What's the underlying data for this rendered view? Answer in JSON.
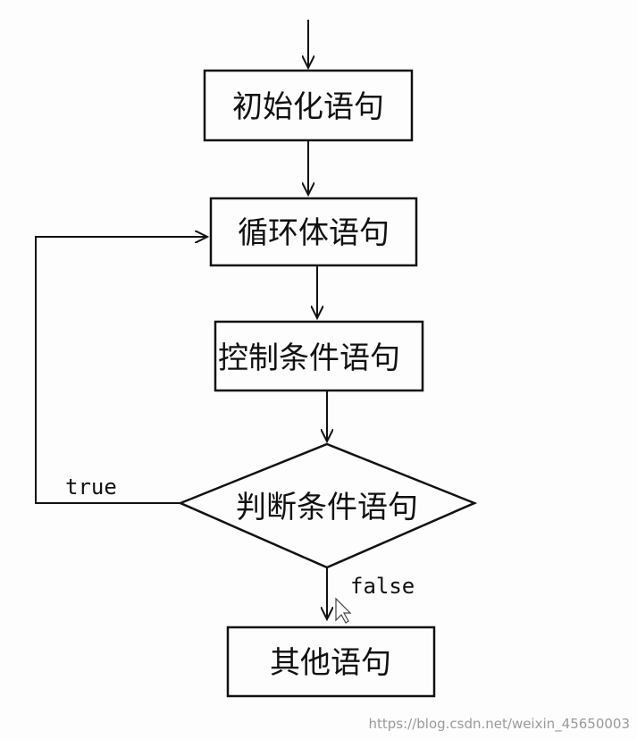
{
  "nodes": {
    "init": "初始化语句",
    "loop_body": "循环体语句",
    "control": "控制条件语句",
    "condition": "判断条件语句",
    "other": "其他语句"
  },
  "edges": {
    "true_label": "true",
    "false_label": "false"
  },
  "watermark": "https://blog.csdn.net/weixin_45650003",
  "colors": {
    "stroke": "#111111",
    "background": "#fdfdfd",
    "watermark": "#9a9a9a"
  }
}
